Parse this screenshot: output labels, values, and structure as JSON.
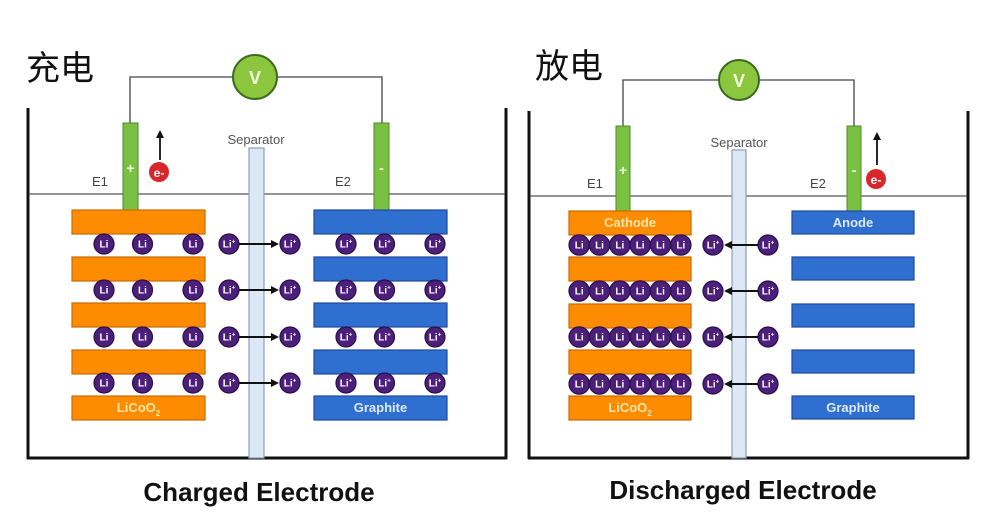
{
  "colors": {
    "cathode": "#ff8c00",
    "anode": "#2f6fd0",
    "electrode": "#7ac143",
    "separator": "#dce8f6",
    "li_ion": "#4b1f7a",
    "electron": "#d9262b",
    "voltmeter": "#8cc63f"
  },
  "panels": [
    {
      "id": "charge",
      "title": "充电",
      "caption": "Charged Electrode",
      "voltmeter_label": "V",
      "separator_label": "Separator",
      "electrodes": [
        {
          "name": "E1",
          "sign": "+"
        },
        {
          "name": "E2",
          "sign": "-"
        }
      ],
      "electron": {
        "label": "e-",
        "side": "E1",
        "direction": "up"
      },
      "cathode": {
        "top_label": "",
        "bottom_label": "LiCoO2",
        "layers": 5,
        "li_per_row": 3,
        "li_label": "Li"
      },
      "anode": {
        "top_label": "",
        "bottom_label": "Graphite",
        "layers": 5,
        "li_per_row": 3,
        "li_label": "Li+"
      },
      "migrating_ions": {
        "label": "Li+",
        "rows": 4,
        "direction": "cathode-to-anode"
      }
    },
    {
      "id": "discharge",
      "title": "放电",
      "caption": "Discharged Electrode",
      "voltmeter_label": "V",
      "separator_label": "Separator",
      "electrodes": [
        {
          "name": "E1",
          "sign": "+"
        },
        {
          "name": "E2",
          "sign": "-"
        }
      ],
      "electron": {
        "label": "e-",
        "side": "E2",
        "direction": "up"
      },
      "cathode": {
        "top_label": "Cathode",
        "bottom_label": "LiCoO2",
        "layers": 5,
        "li_per_row": 6,
        "li_label": "Li"
      },
      "anode": {
        "top_label": "Anode",
        "bottom_label": "Graphite",
        "layers": 5,
        "li_per_row": 0,
        "li_label": ""
      },
      "migrating_ions": {
        "label": "Li+",
        "rows": 4,
        "direction": "anode-to-cathode"
      }
    }
  ]
}
